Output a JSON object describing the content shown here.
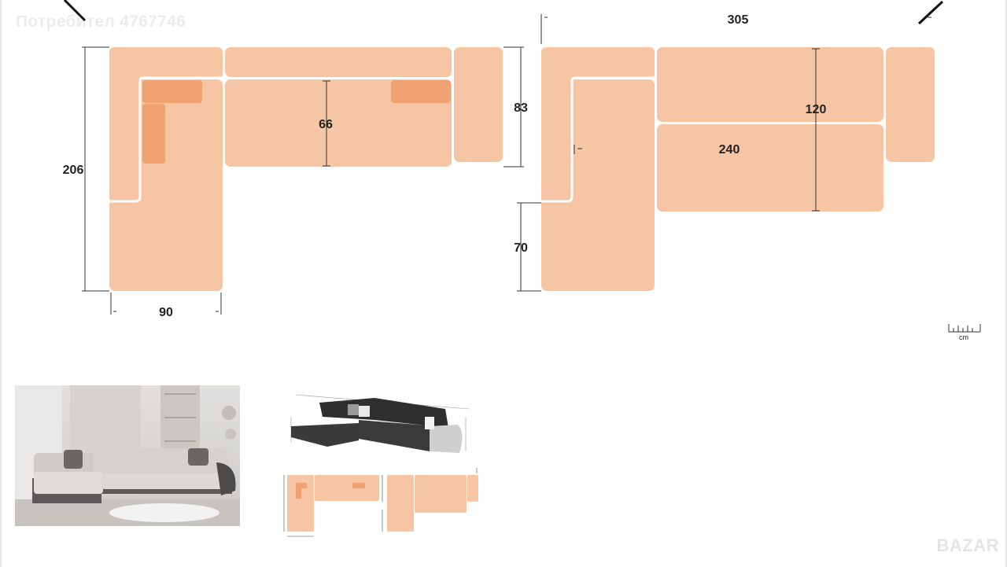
{
  "watermark": "Потребител 4767746",
  "brand": "BAZAR",
  "dimensions": {
    "left_height": "206",
    "left_width": "90",
    "seat_depth": "66",
    "back_height": "83",
    "total_length": "305",
    "bed_width": "120",
    "bed_length": "240",
    "chaise_extension": "70"
  },
  "scale_unit": "cm",
  "colors": {
    "cushion": "#f6c6a4",
    "pillow": "#f0a272",
    "outline": "#e7a88a",
    "dim_line": "#333333"
  }
}
